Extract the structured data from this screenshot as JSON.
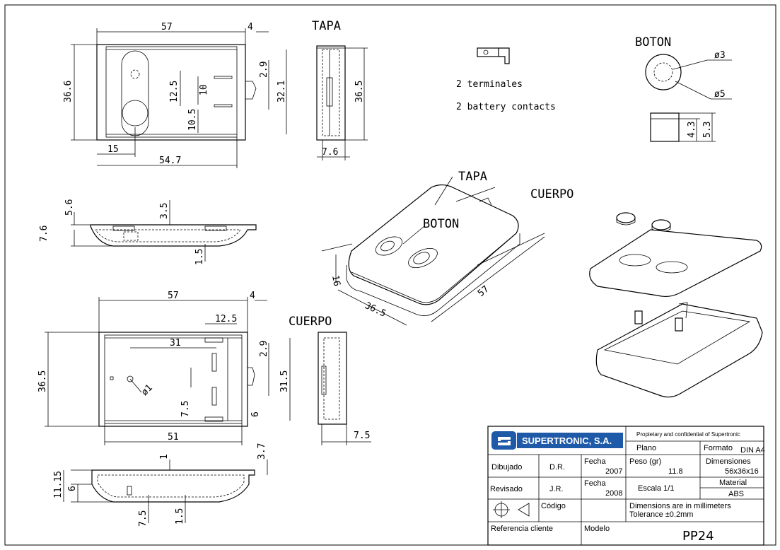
{
  "labels": {
    "tapa": "TAPA",
    "boton": "BOTON",
    "cuerpo": "CUERPO",
    "note1": "2 terminales",
    "note2": "2 battery contacts"
  },
  "dims_tapa": {
    "w57": "57",
    "w4": "4",
    "h36_6": "36.6",
    "d12_5": "12.5",
    "d10": "10",
    "d2_9": "2.9",
    "h32_1": "32.1",
    "d10_5": "10.5",
    "d15": "15",
    "w54_7": "54.7",
    "h36_5": "36.5",
    "d7_6": "7.6"
  },
  "dims_boton": {
    "d3": "ø3",
    "d5": "ø5",
    "h4_3": "4.3",
    "h5_3": "5.3"
  },
  "dims_side_top": {
    "d5_6": "5.6",
    "d3_5": "3.5",
    "d7_6": "7.6",
    "d1_5": "1.5"
  },
  "dims_cuerpo": {
    "w57": "57",
    "w4": "4",
    "d12_5": "12.5",
    "d31": "31",
    "h36_5": "36.5",
    "d2_9": "2.9",
    "h31_5": "31.5",
    "d_o1": "ø1",
    "d7_5": "7.5",
    "d6": "6",
    "w51": "51",
    "d7_5b": "7.5"
  },
  "dims_side_bottom": {
    "d1": "1",
    "d3_7": "3.7",
    "d11_15": "11.15",
    "d6": "6",
    "d7_5": "7.5",
    "d1_5": "1.5"
  },
  "dims_iso": {
    "d16": "16",
    "d36_5": "36.5",
    "d57": "57"
  },
  "title_block": {
    "company": "SUPERTRONIC, S.A.",
    "proprietary": "Propietary and confidential of Supertronic",
    "plano": "Plano",
    "formato_label": "Formato",
    "formato_value": "DIN A4",
    "dibujado_label": "Dibujado",
    "dibujado_value": "D.R.",
    "fecha_label1": "Fecha",
    "fecha_value1": "2007",
    "peso_label": "Peso (gr)",
    "peso_value": "11.8",
    "dimensiones_label": "Dimensiones",
    "dimensiones_value": "56x36x16",
    "revisado_label": "Revisado",
    "revisado_value": "J.R.",
    "fecha_label2": "Fecha",
    "fecha_value2": "2008",
    "escala": "Escala  1/1",
    "material_label": "Material",
    "material_value": "ABS",
    "codigo": "Código",
    "dimensions_note1": "Dimensions are in millimeters",
    "dimensions_note2": "Tolerance ±0.2mm",
    "ref_cliente": "Referencia cliente",
    "modelo_label": "Modelo",
    "modelo_value": "PP24"
  }
}
